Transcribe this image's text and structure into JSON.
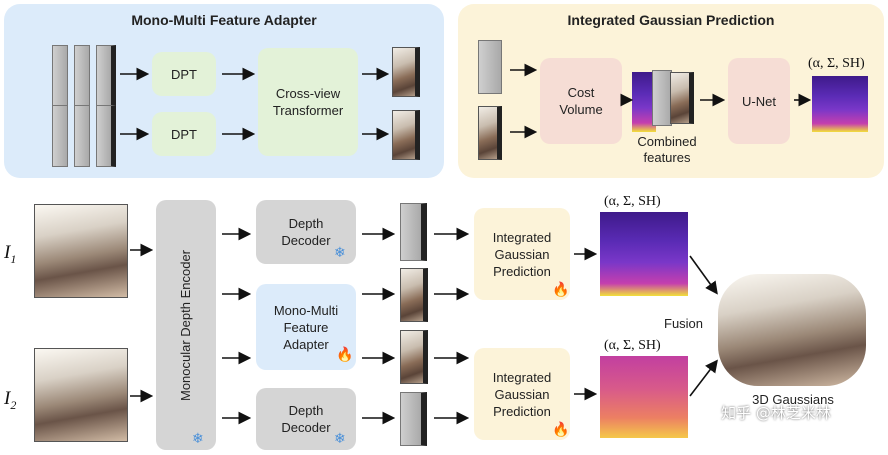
{
  "top_left": {
    "title": "Mono-Multi Feature Adapter",
    "dpt1": "DPT",
    "dpt2": "DPT",
    "cross_view": "Cross-view\nTransformer"
  },
  "top_right": {
    "title": "Integrated Gaussian Prediction",
    "cost_volume": "Cost\nVolume",
    "combined": "Combined\nfeatures",
    "unet": "U-Net",
    "params": "(α, Σ, SH)"
  },
  "bottom": {
    "input1_letter": "I",
    "input1_sub": "1",
    "input2_letter": "I",
    "input2_sub": "2",
    "encoder": "Monocular Depth Encoder",
    "depth_decoder_1": "Depth\nDecoder",
    "adapter": "Mono-Multi\nFeature\nAdapter",
    "depth_decoder_2": "Depth\nDecoder",
    "igp_1": "Integrated\nGaussian\nPrediction",
    "igp_2": "Integrated\nGaussian\nPrediction",
    "params_1": "(α, Σ, SH)",
    "params_2": "(α, Σ, SH)",
    "fusion": "Fusion",
    "output": "3D Gaussians",
    "watermark": "知乎 @林芝米林"
  },
  "icons": {
    "frozen": "snowflake-icon",
    "trainable": "fire-icon"
  }
}
